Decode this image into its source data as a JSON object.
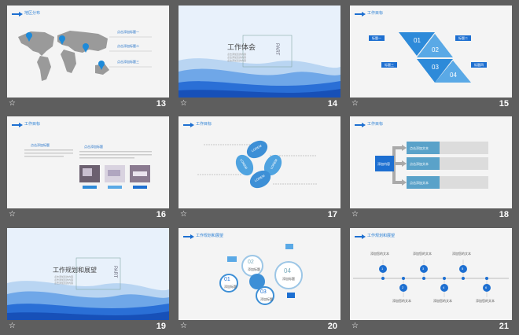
{
  "slides": [
    {
      "num": "13",
      "title": "地区分布",
      "labels": [
        "点击添加标题一",
        "点击添加标题二",
        "点击添加标题三"
      ]
    },
    {
      "num": "14",
      "title": "工作体会",
      "part": "PART",
      "sub": [
        "点击添加您的内容",
        "点击添加您的内容",
        "点击添加您的内容"
      ]
    },
    {
      "num": "15",
      "title": "工作目标",
      "nums": [
        "01",
        "02",
        "03",
        "04"
      ],
      "tags": [
        "标题一",
        "标题二",
        "标题三",
        "标题四"
      ]
    },
    {
      "num": "16",
      "title": "工作目标",
      "a_title": "点击添加标题",
      "b_title": "点击添加标题"
    },
    {
      "num": "17",
      "title": "工作目标",
      "petals": [
        "LOREM",
        "LOREM",
        "LOREM",
        "LOREM"
      ]
    },
    {
      "num": "18",
      "title": "工作目标",
      "center": "添加内容",
      "rows": [
        "点击添加文本",
        "点击添加文本",
        "点击添加文本"
      ]
    },
    {
      "num": "19",
      "title": "工作规划和展望",
      "part": "PART",
      "sub": [
        "点击添加您的内容",
        "点击添加您的内容",
        "点击添加您的内容"
      ]
    },
    {
      "num": "20",
      "title": "工作规划和展望",
      "nums": [
        "01",
        "02",
        "03",
        "04"
      ],
      "labels": [
        "添加标题",
        "添加标题",
        "添加标题",
        "添加标题"
      ]
    },
    {
      "num": "21",
      "title": "工作规划和展望",
      "steps": [
        "1",
        "2",
        "3",
        "4",
        "5",
        "6"
      ],
      "labels": [
        "添加您的文本",
        "添加您的文本",
        "添加您的文本",
        "添加您的文本",
        "添加您的文本",
        "添加您的文本"
      ]
    }
  ],
  "icons": {
    "star": "☆"
  }
}
